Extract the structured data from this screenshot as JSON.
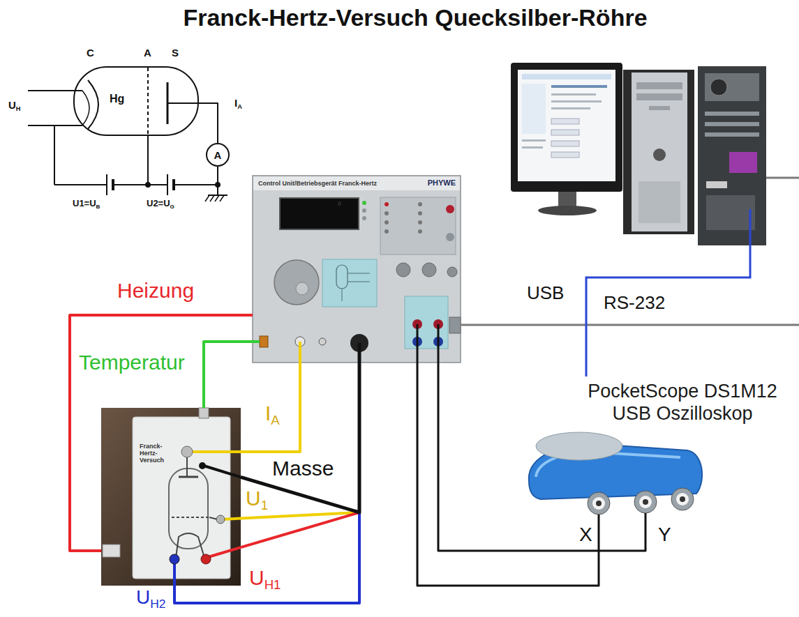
{
  "diagram": {
    "title": "Franck-Hertz-Versuch Quecksilber-Röhre",
    "nodes": [
      {
        "text": [
          "Hg"
        ]
      },
      {
        "text": [
          "A"
        ]
      },
      {
        "text": [
          "Control Unit/Betriebsgerät Franck-Hertz",
          "PHYWE"
        ]
      },
      {
        "text": [
          "0"
        ],
        "in": 2
      },
      {
        "text": [
          "PocketScope DS1M12",
          "USB Oszilloskop"
        ]
      },
      {
        "text": [
          "Franck-Hertz-Versuch"
        ]
      }
    ],
    "edges": [
      {
        "from": 0,
        "to": 1,
        "arrow": "none"
      },
      {
        "from": 2,
        "to": 5,
        "label": "Heizung",
        "arrow": "none"
      },
      {
        "from": 2,
        "to": 5,
        "label": "Temperatur",
        "arrow": "none"
      },
      {
        "from": 2,
        "to": 5,
        "arrow": "none"
      },
      {
        "from": 2,
        "to": 5,
        "arrow": "none"
      },
      {
        "from": 2,
        "to": 5,
        "arrow": "none"
      },
      {
        "from": 2,
        "to": 5,
        "arrow": "none"
      },
      {
        "from": 2,
        "to": 5,
        "label": "Masse",
        "arrow": "none"
      },
      {
        "from": 2,
        "to": 4,
        "label": "X",
        "arrow": "none"
      },
      {
        "from": 2,
        "to": 4,
        "label": "Y",
        "arrow": "none"
      }
    ],
    "labels": [
      "C",
      "A",
      "S",
      "U",
      "H",
      "I",
      "A",
      "U1=U",
      "B",
      "U2=U",
      "G",
      "USB",
      "RS-232",
      "I",
      "A",
      "U",
      "1",
      "U",
      "H1",
      "U",
      "H2"
    ]
  }
}
